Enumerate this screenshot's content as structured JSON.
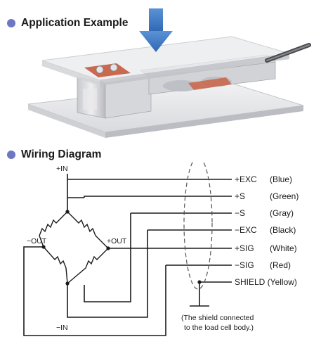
{
  "sections": {
    "application": {
      "title": "Application Example"
    },
    "wiring": {
      "title": "Wiring Diagram"
    }
  },
  "bridge_labels": {
    "plus_in": "+IN",
    "minus_in": "−IN",
    "minus_out": "−OUT",
    "plus_out": "+OUT"
  },
  "wires": [
    {
      "signal": "+EXC",
      "color": "(Blue)"
    },
    {
      "signal": "+S",
      "color": "(Green)"
    },
    {
      "signal": "−S",
      "color": "(Gray)"
    },
    {
      "signal": "−EXC",
      "color": "(Black)"
    },
    {
      "signal": "+SIG",
      "color": "(White)"
    },
    {
      "signal": "−SIG",
      "color": "(Red)"
    }
  ],
  "shield": {
    "label": "SHIELD (Yellow)",
    "note_line1": "(The shield connected",
    "note_line2": "to the load cell body.)"
  },
  "colors": {
    "bullet": "#6d77c4",
    "arrow": "#3f7bc4",
    "pad": "#c9694f",
    "plate": "#e7e7ea",
    "plate_edge": "#bfc0c6"
  }
}
